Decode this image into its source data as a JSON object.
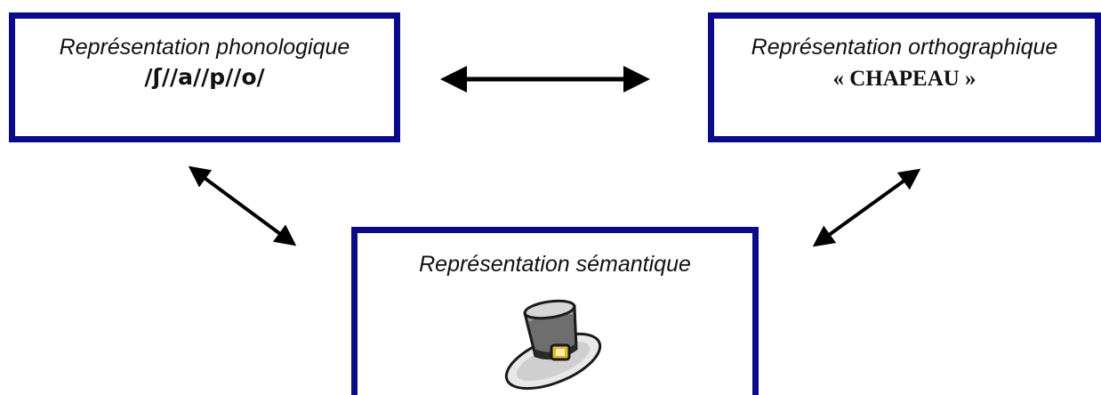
{
  "phonological": {
    "title": "Représentation phonologique",
    "value": "/ʃ//a//p//o/"
  },
  "orthographic": {
    "title": "Représentation orthographique",
    "value": "« CHAPEAU »"
  },
  "semantic": {
    "title": "Représentation sémantique",
    "icon": "hat-icon"
  },
  "colors": {
    "box_border": "#0b0b8a",
    "arrow": "#000000"
  }
}
